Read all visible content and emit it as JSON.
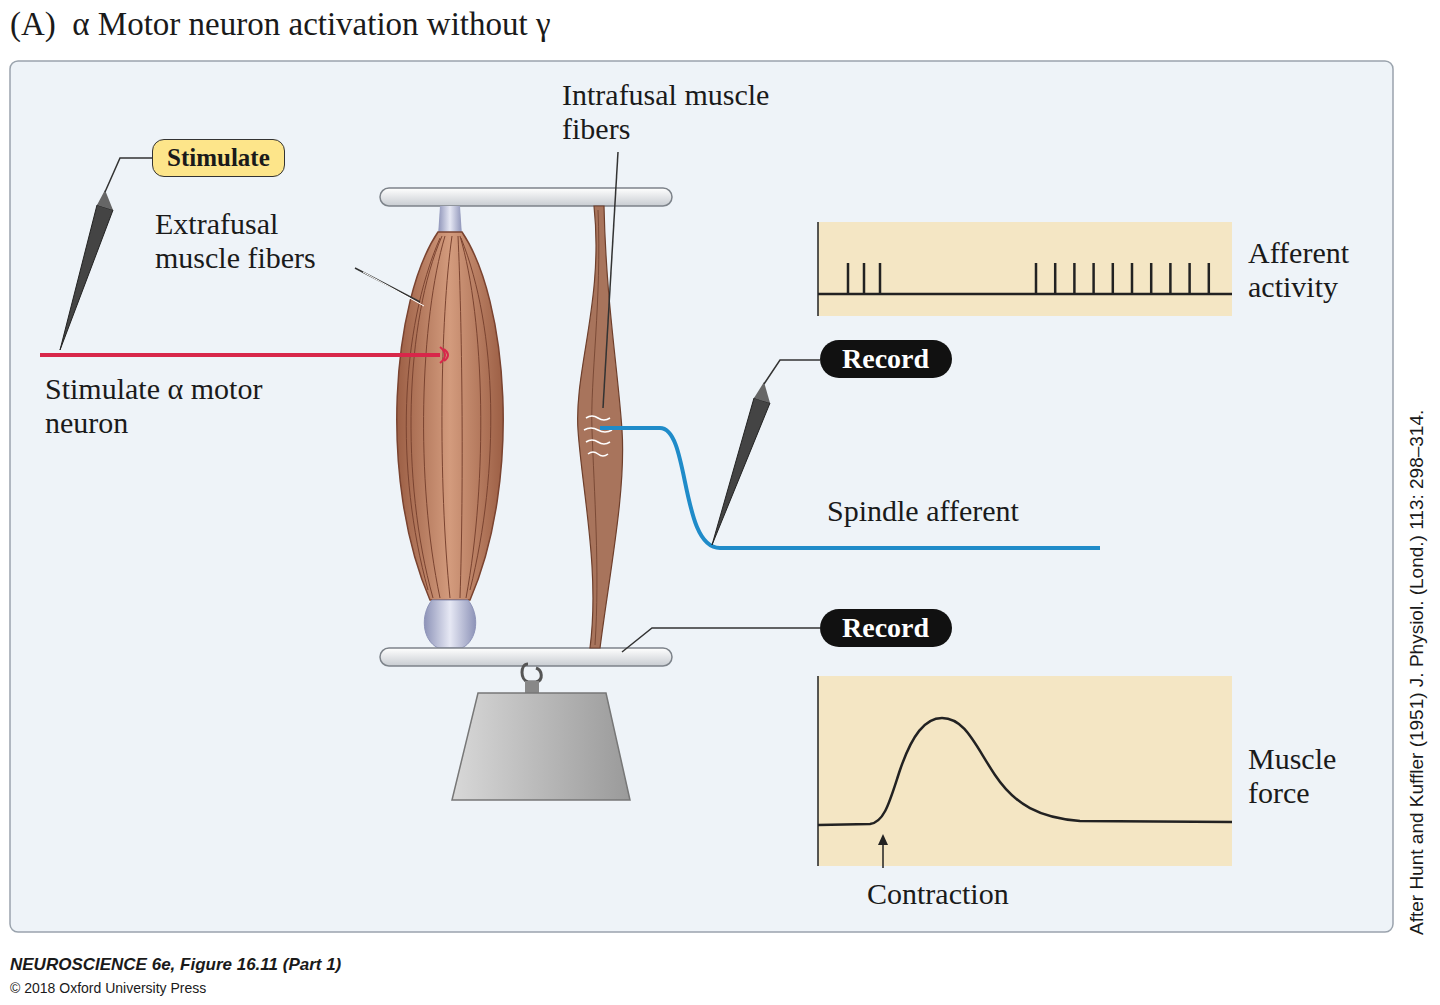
{
  "diagram": {
    "title": "(A)  α Motor neuron activation without γ",
    "caption": "NEUROSCIENCE 6e, Figure 16.11 (Part 1)",
    "nodes": [
      {
        "text": [
          "Stimulate"
        ]
      },
      {
        "text": [
          "Record"
        ]
      },
      {
        "text": [
          "Record"
        ]
      }
    ],
    "edges": [],
    "labels": [
      "Extrafusal muscle fibers",
      "Intrafusal muscle fibers",
      "Stimulate α motor neuron",
      "Spindle afferent",
      "Afferent activity",
      "Muscle force",
      "Contraction",
      "After Hunt and Kuffler (1951) J. Physiol. (Lond.) 113: 298–314.",
      "© 2018 Oxford University Press"
    ]
  }
}
